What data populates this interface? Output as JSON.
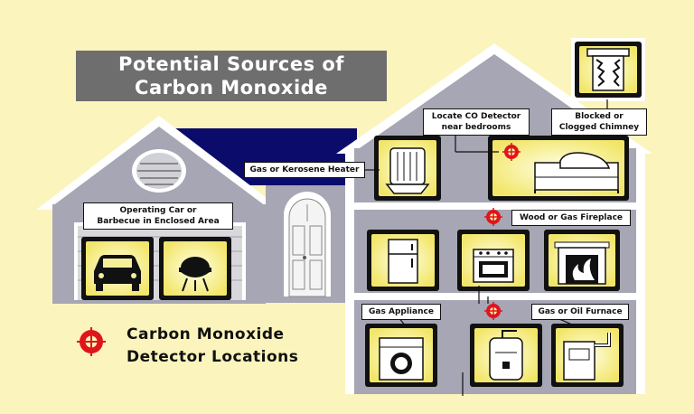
{
  "title": {
    "line1": "Potential Sources of",
    "line2": "Carbon Monoxide"
  },
  "labels": {
    "kerosene_heater": "Gas or Kerosene Heater",
    "locate_detector_line1": "Locate CO Detector",
    "locate_detector_line2": "near bedrooms",
    "chimney_line1": "Blocked or",
    "chimney_line2": "Clogged Chimney",
    "car_line1": "Operating Car or",
    "car_line2": "Barbecue in Enclosed Area",
    "fireplace": "Wood or Gas Fireplace",
    "gas_appliance": "Gas Appliance",
    "furnace": "Gas or Oil Furnace"
  },
  "legend": {
    "line1": "Carbon Monoxide",
    "line2": "Detector Locations"
  },
  "colors": {
    "background": "#FBF4BC",
    "house_wall": "#A6A6B4",
    "roof_navy": "#0B0B6B",
    "trim": "#FFFFFF",
    "detector_red": "#E0141B",
    "panel_fill": "#FFF9B0"
  },
  "icons": [
    "car-icon",
    "barbecue-icon",
    "heater-icon",
    "bed-icon",
    "refrigerator-icon",
    "stove-icon",
    "fireplace-icon",
    "washer-icon",
    "water-heater-icon",
    "furnace-icon",
    "chimney-icon",
    "detector-icon"
  ]
}
